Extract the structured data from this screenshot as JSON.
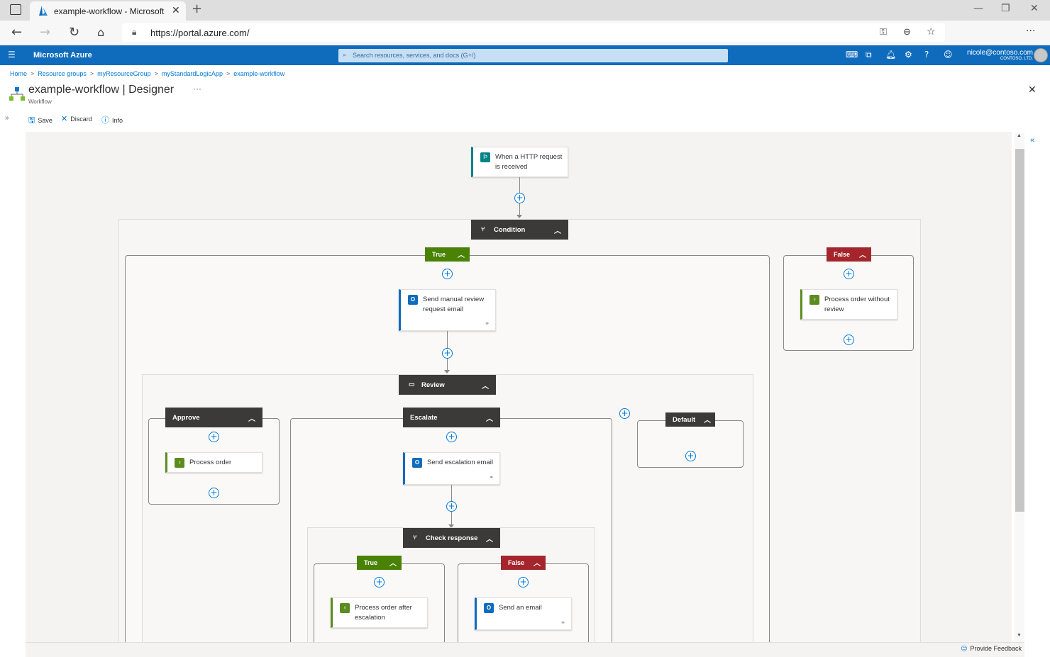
{
  "browser": {
    "tab_title": "example-workflow - Microsoft Azure",
    "url": "https://portal.azure.com/"
  },
  "azure": {
    "brand": "Microsoft Azure",
    "search_placeholder": "Search resources, services, and docs (G+/)",
    "user_email": "nicole@contoso.com",
    "user_org": "CONTOSO, LTD."
  },
  "breadcrumb": [
    "Home",
    "Resource groups",
    "myResourceGroup",
    "myStandardLogicApp",
    "example-workflow"
  ],
  "page": {
    "title": "example-workflow",
    "title_suffix": "| Designer",
    "subtitle": "Workflow"
  },
  "toolbar": {
    "save": "Save",
    "discard": "Discard",
    "info": "Info"
  },
  "workflow": {
    "trigger": "When a HTTP request is received",
    "condition": "Condition",
    "true_label": "True",
    "false_label": "False",
    "send_manual_review": "Send manual review request email",
    "process_without_review": "Process order without review",
    "review": "Review",
    "approve": "Approve",
    "escalate": "Escalate",
    "default": "Default",
    "process_order": "Process order",
    "send_escalation": "Send escalation email",
    "check_response": "Check response",
    "inner_true": "True",
    "inner_false": "False",
    "process_after_escalation": "Process order after escalation",
    "send_an_email": "Send an email"
  },
  "footer": {
    "feedback": "Provide Feedback"
  },
  "colors": {
    "azure_blue": "#0f6cbd",
    "true_green": "#498205",
    "false_red": "#a4262c",
    "dark_bar": "#3b3a39",
    "outlook_blue": "#0f6cbd",
    "inline_green": "#5c8c1f",
    "trigger_teal": "#038387"
  }
}
